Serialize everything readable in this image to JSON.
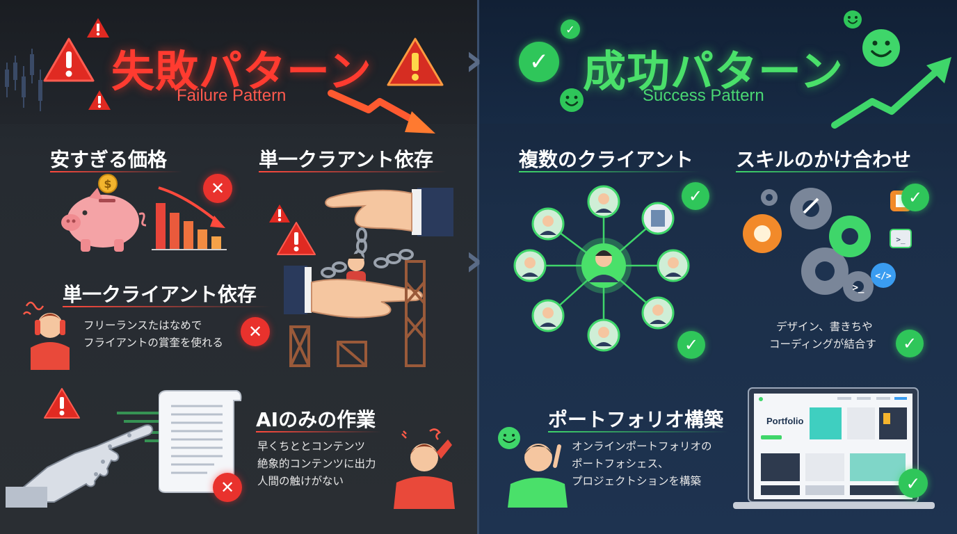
{
  "failure": {
    "title": "失敗パターン",
    "subtitle": "Failure Pattern",
    "sections": {
      "cheap_price": {
        "title": "安すぎる価格"
      },
      "single_client_top": {
        "title": "単一クラアント依存"
      },
      "single_client": {
        "title": "単一クライアント依存",
        "lines": [
          "フリーランスたはなめで",
          "フライアントの賞奎を使れる"
        ]
      },
      "ai_only": {
        "title": "AIのみの作業",
        "lines": [
          "早くちととコンテンツ",
          "絶象的コンテンツに出力",
          "人間の触けがない"
        ]
      }
    },
    "accent": "#ff3b30"
  },
  "success": {
    "title": "成功パターン",
    "subtitle": "Success Pattern",
    "sections": {
      "multi_client": {
        "title": "複数のクライアント"
      },
      "skill_combo": {
        "title": "スキルのかけ合わせ",
        "lines": [
          "デザイン、書きちや",
          "コーディングが結合す"
        ]
      },
      "portfolio": {
        "title": "ポートフォリオ構築",
        "lines": [
          "オンラインポートフォリオの",
          "ポートフォシェス、",
          "プロジェクトションを構築"
        ],
        "screen_label": "Portfolio"
      }
    },
    "accent": "#4ae06a"
  }
}
